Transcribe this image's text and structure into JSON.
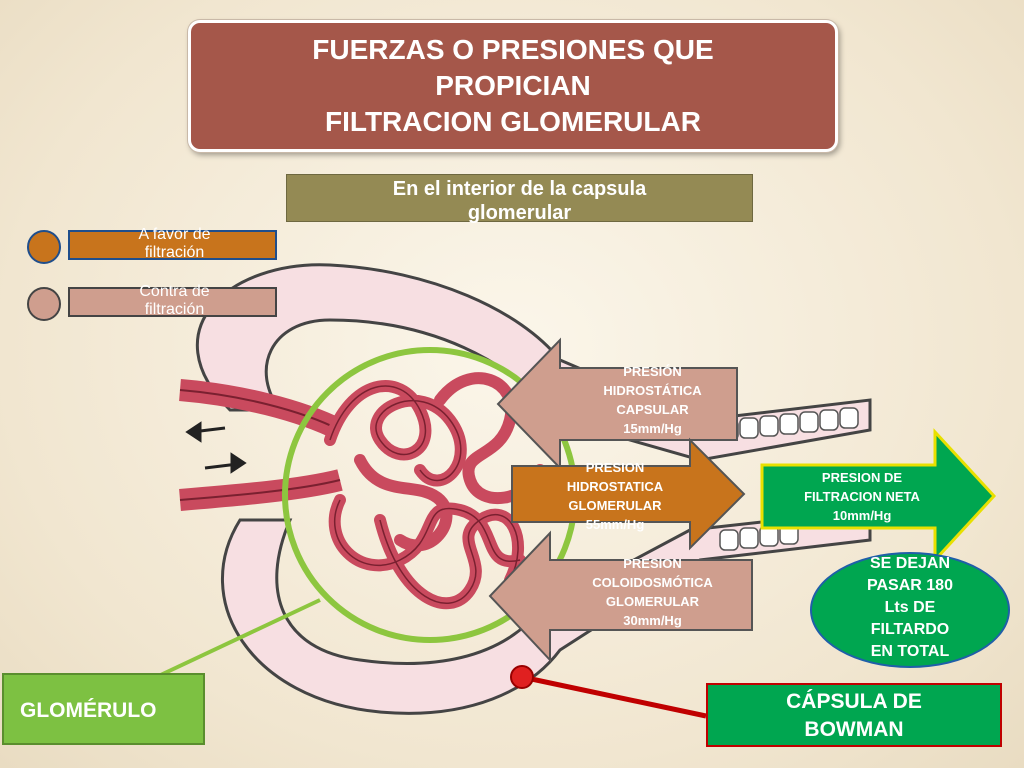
{
  "title": {
    "line1": "FUERZAS O PRESIONES QUE",
    "line2": "PROPICIAN",
    "line3": "FILTRACION GLOMERULAR"
  },
  "subtitle": {
    "line1": "En el interior de la capsula",
    "line2": "glomerular"
  },
  "legend": {
    "favor": {
      "line1": "A favor de",
      "line2": "filtración",
      "color": "#c8741c"
    },
    "contra": {
      "line1": "Contra de",
      "line2": "filtración",
      "color": "#cf9e8e"
    }
  },
  "arrows": {
    "capsular": {
      "line1": "PRESIÓN",
      "line2": "HIDROSTÁTICA",
      "line3": "CAPSULAR",
      "line4": "15mm/Hg",
      "color": "#cf9e8e"
    },
    "glomerular": {
      "line1": "PRESION",
      "line2": "HIDROSTATICA",
      "line3": "GLOMERULAR",
      "line4": "55mm/Hg",
      "color": "#c8741c"
    },
    "coloidosmotica": {
      "line1": "PRESION",
      "line2": "COLOIDOSMÓTICA",
      "line3": "GLOMERULAR",
      "line4": "30mm/Hg",
      "color": "#cf9e8e"
    },
    "neta": {
      "line1": "PRESION DE",
      "line2": "FILTRACION NETA",
      "line3": "10mm/Hg",
      "color": "#00a650"
    }
  },
  "oval": {
    "line1": "SE DEJAN",
    "line2": "PASAR 180",
    "line3": "Lts DE",
    "line4": "FILTARDO",
    "line5": "EN TOTAL"
  },
  "labels": {
    "glomerulo": "GLOMÉRULO",
    "bowman_line1": "CÁPSULA DE",
    "bowman_line2": "BOWMAN"
  },
  "colors": {
    "title_bg": "#a5574a",
    "subtitle_bg": "#948a54",
    "vessel": "#c94a5e",
    "capsule": "#f7dfe2",
    "glomerulus_ring": "#8dc63f",
    "bowman_pointer": "#c00000"
  }
}
